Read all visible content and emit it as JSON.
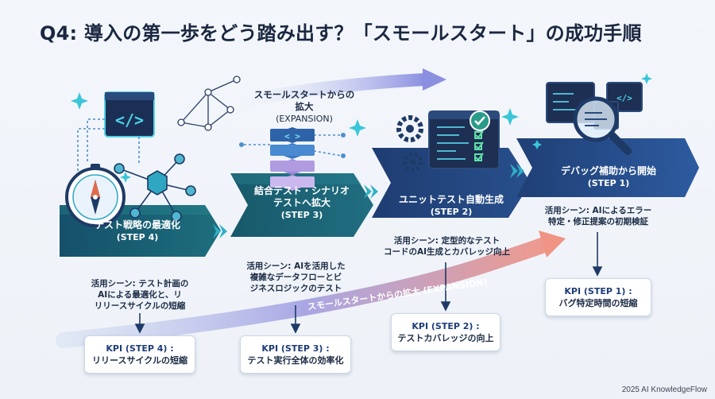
{
  "title": "Q4: 導入の第一歩をどう踏み出す？「スモールスタート」の成功手順",
  "expansion_top": {
    "line1": "スモールスタートからの拡大",
    "line2": "(EXPANSION)"
  },
  "expansion_bottom": "スモールスタートからの拡大 (EXPANSION)",
  "steps": [
    {
      "name": "テスト戦略の最適化",
      "step": "(STEP 4)",
      "usage": [
        "活用シーン: テスト計画の",
        "AIによる最適化と、リ",
        "リリースサイクルの短縮"
      ],
      "kpi_head": "KPI (STEP 4) :",
      "kpi_body": "リリースサイクルの短縮"
    },
    {
      "name1": "結合テスト・シナリオ",
      "name2": "テストへ拡大",
      "step": "(STEP 3)",
      "usage": [
        "活用シーン: AIを活用した",
        "複雑なデータフローとビ",
        "ジネスロジックのテスト"
      ],
      "kpi_head": "KPI (STEP 3) :",
      "kpi_body": "テスト実行全体の効率化"
    },
    {
      "name": "ユニットテスト自動生成",
      "step": "(STEP 2)",
      "usage": [
        "活用シーン: 定型的なテスト",
        "コードのAI生成とカバレッジ向上"
      ],
      "kpi_head": "KPI (STEP 2) :",
      "kpi_body": "テストカバレッジの向上"
    },
    {
      "name": "デバッグ補助から開始",
      "step": "(STEP 1)",
      "usage": [
        "活用シーン: AIによるエラー",
        "特定・修正提案の初期検証"
      ],
      "kpi_head": "KPI (STEP 1) :",
      "kpi_body": "バグ特定時間の短縮"
    }
  ],
  "icons": [
    "code-window-icon",
    "compass-icon",
    "network-icon",
    "server-stack-icon",
    "gears-checklist-icon",
    "magnifier-code-icon",
    "sparkle-icon"
  ],
  "colors": {
    "dark_navy": "#1c3a66",
    "teal": "#1f6f78",
    "mid_blue": "#2b5791",
    "accent_cyan": "#3bc6d8",
    "arrow_purple": "#8d84d6"
  },
  "footer": "2025 AI KnowledgeFlow"
}
